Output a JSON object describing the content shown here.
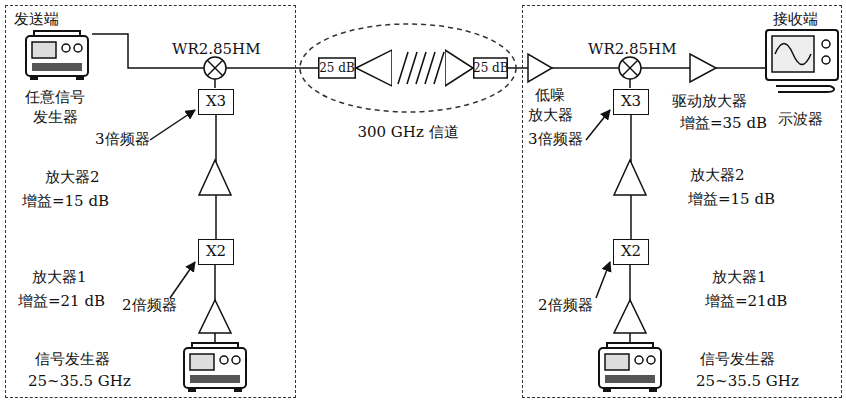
{
  "diagram": {
    "nodes": [
      {
        "text": [
          "发送端"
        ]
      },
      {
        "text": [
          "X3"
        ],
        "in": 0
      },
      {
        "text": [
          "X2"
        ],
        "in": 0
      },
      {
        "text": [
          "300 GHz 信道"
        ]
      },
      {
        "text": [
          "25 dB"
        ],
        "in": 3
      },
      {
        "text": [
          "25 dB"
        ],
        "in": 3
      },
      {
        "text": [
          "接收端"
        ]
      },
      {
        "text": [
          "X3"
        ],
        "in": 6
      },
      {
        "text": [
          "X2"
        ],
        "in": 6
      }
    ],
    "edges": [
      {
        "from": 2,
        "to": 1,
        "arrow": "none"
      },
      {
        "from": 8,
        "to": 7,
        "arrow": "none"
      }
    ],
    "labels": [
      "WR2.85HM",
      "任意信号 发生器",
      "3倍频器",
      "放大器2",
      "增益=15 dB",
      "2倍频器",
      "放大器1",
      "增益=21 dB",
      "信号发生器",
      "25~35.5 GHz",
      "WR2.85HM",
      "低噪 放大器",
      "驱动放大器",
      "增益=35 dB",
      "示波器",
      "3倍频器",
      "放大器2",
      "增益=15 dB",
      "2倍频器",
      "放大器1",
      "增益=21dB",
      "信号发生器",
      "25~35.5 GHz"
    ]
  }
}
